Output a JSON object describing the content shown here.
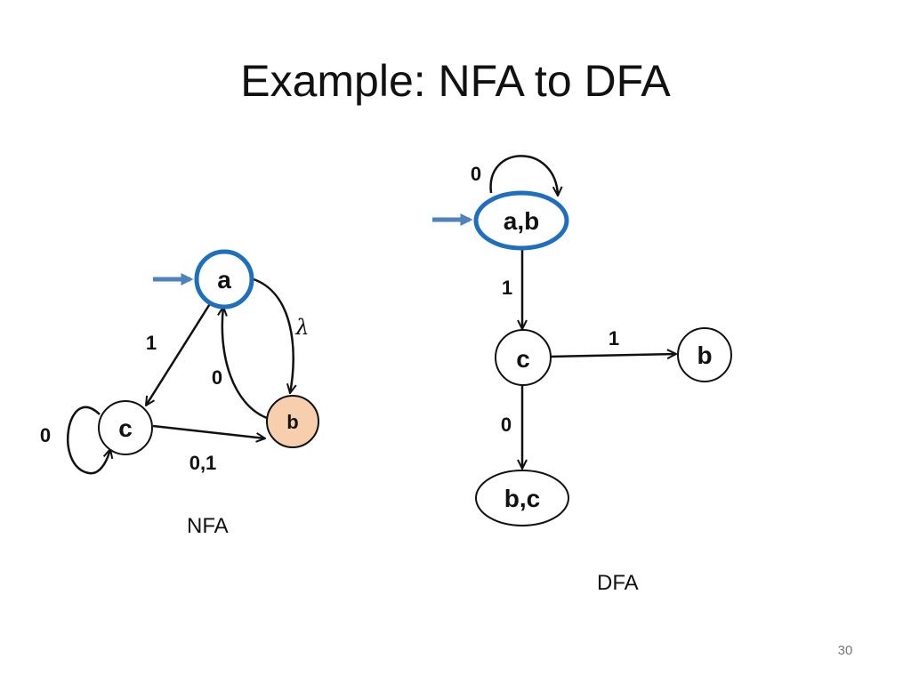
{
  "slide": {
    "title": "Example: NFA to DFA",
    "page_number": "30"
  },
  "colors": {
    "start_state_border": "#1f6fbf",
    "start_arrow": "#4f81bd",
    "accepting_fill": "#f8cfae",
    "stroke": "#111111"
  },
  "nfa": {
    "caption": "NFA",
    "states": {
      "a": "a",
      "b": "b",
      "c": "c"
    },
    "edges": {
      "a_to_c": "1",
      "a_to_b": "λ",
      "b_to_a": "0",
      "c_to_b": "0,1",
      "c_self": "0"
    }
  },
  "dfa": {
    "caption": "DFA",
    "states": {
      "ab": "a,b",
      "c": "c",
      "b": "b",
      "bc": "b,c"
    },
    "edges": {
      "ab_self": "0",
      "ab_to_c": "1",
      "c_to_b": "1",
      "c_to_bc": "0"
    }
  }
}
